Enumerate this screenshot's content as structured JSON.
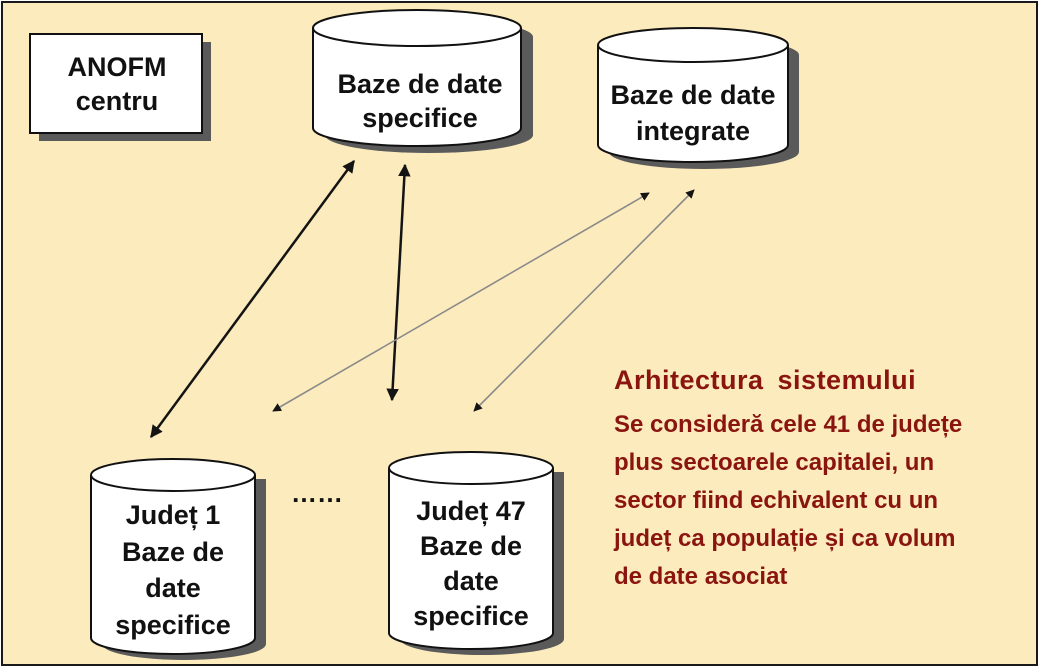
{
  "boxes": {
    "anofm": {
      "line1": "ANOFM",
      "line2": "centru"
    }
  },
  "databases": {
    "specifice": {
      "line1": "Baze de date",
      "line2": "specifice"
    },
    "integrate": {
      "line1": "Baze de date",
      "line2": "integrate"
    },
    "judet1": {
      "line1": "Județ 1",
      "line2": "Baze de",
      "line3": "date",
      "line4": "specifice"
    },
    "judet47": {
      "line1": "Județ 47",
      "line2": "Baze de",
      "line3": "date",
      "line4": "specifice"
    }
  },
  "ellipsis": "……",
  "caption": {
    "title": "Arhitectura  sistemului",
    "body_lines": [
      "Se consideră cele 41 de județe",
      "plus sectoarele capitalei, un",
      "sector fiind echivalent cu un",
      "județ ca populație și ca volum",
      "de date asociat"
    ]
  },
  "colors": {
    "background": "#fcebbd",
    "frame": "#1a1a1a",
    "text": "#111111",
    "caption_text": "#8a1510",
    "cylinder_fill": "#ffffff",
    "dark_arrow": "#141414",
    "light_arrow": "#8a8a8a"
  }
}
